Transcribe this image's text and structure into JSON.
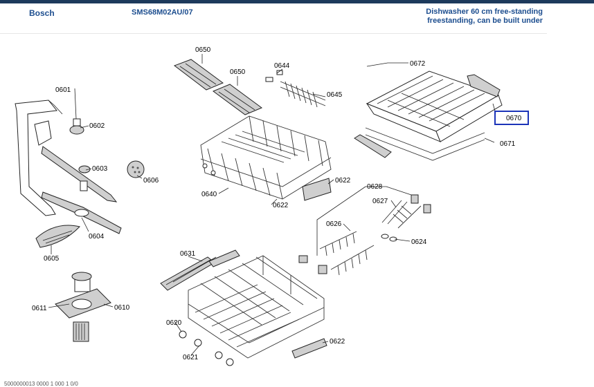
{
  "header": {
    "brand": "Bosch",
    "model": "SMS68M02AU/07",
    "desc_line1": "Dishwasher 60 cm free-standing",
    "desc_line2": "freestanding, can be built under"
  },
  "labels": {
    "p0650a": "0650",
    "p0650b": "0650",
    "p0644": "0644",
    "p0645": "0645",
    "p0672": "0672",
    "p0670": "0670",
    "p0671": "0671",
    "p0601": "0601",
    "p0602": "0602",
    "p0603": "0603",
    "p0606": "0606",
    "p0604": "0604",
    "p0605": "0605",
    "p0640": "0640",
    "p0622a": "0622",
    "p0622b": "0622",
    "p0622c": "0622",
    "p0628": "0628",
    "p0627": "0627",
    "p0626": "0626",
    "p0624": "0624",
    "p0631": "0631",
    "p0620": "0620",
    "p0621": "0621",
    "p0611": "0611",
    "p0610": "0610"
  },
  "highlight_color": "#1b33b8",
  "footer": "5000000013 0000    1 000 1 0/0"
}
